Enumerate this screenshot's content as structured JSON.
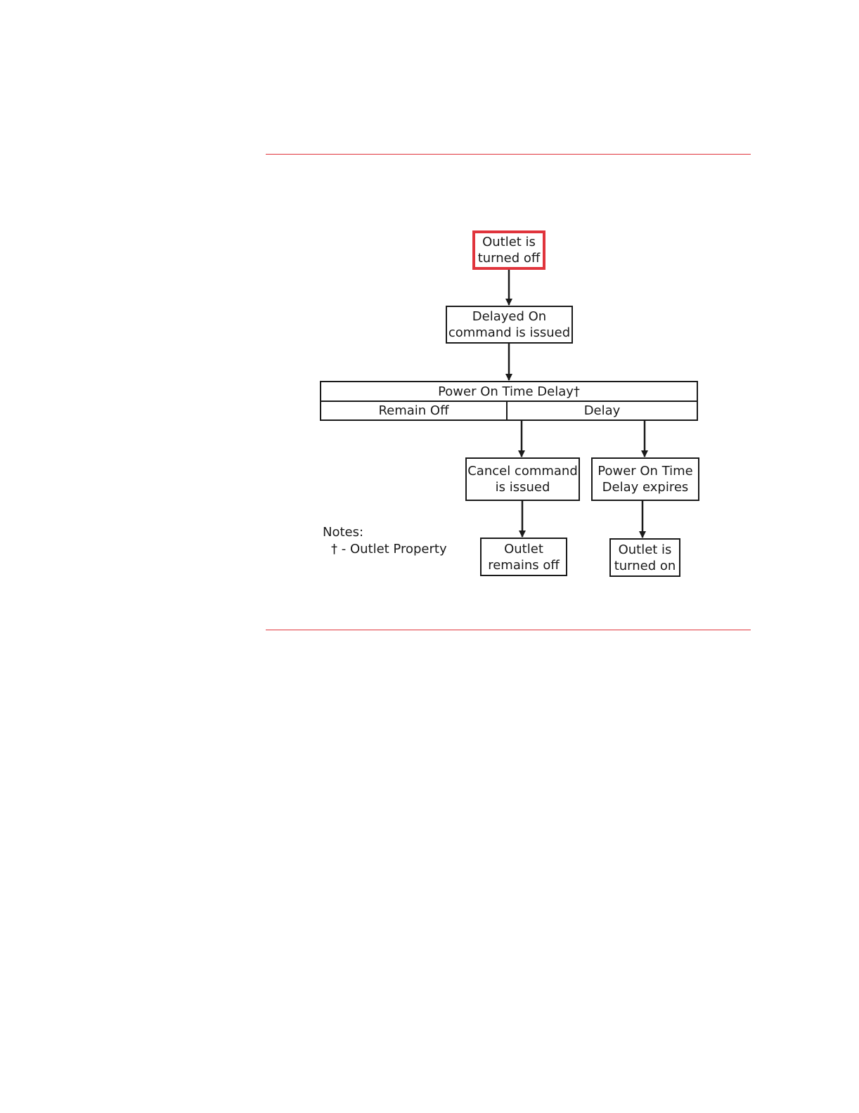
{
  "diagram": {
    "start": {
      "line1": "Outlet is",
      "line2": "turned off"
    },
    "command": {
      "line1": "Delayed On",
      "line2": "command is issued"
    },
    "property_table": {
      "header": "Power On Time Delay†",
      "options": [
        "Remain Off",
        "Delay"
      ]
    },
    "cancel": {
      "line1": "Cancel command",
      "line2": "is issued"
    },
    "expires": {
      "line1": "Power On Time",
      "line2": "Delay expires"
    },
    "result_off": {
      "line1": "Outlet",
      "line2": "remains off"
    },
    "result_on": {
      "line1": "Outlet is",
      "line2": "turned on"
    },
    "notes": {
      "title": "Notes:",
      "item": "† - Outlet Property"
    },
    "colors": {
      "accent_red": "#e0343c",
      "line": "#1a1a1a"
    }
  }
}
